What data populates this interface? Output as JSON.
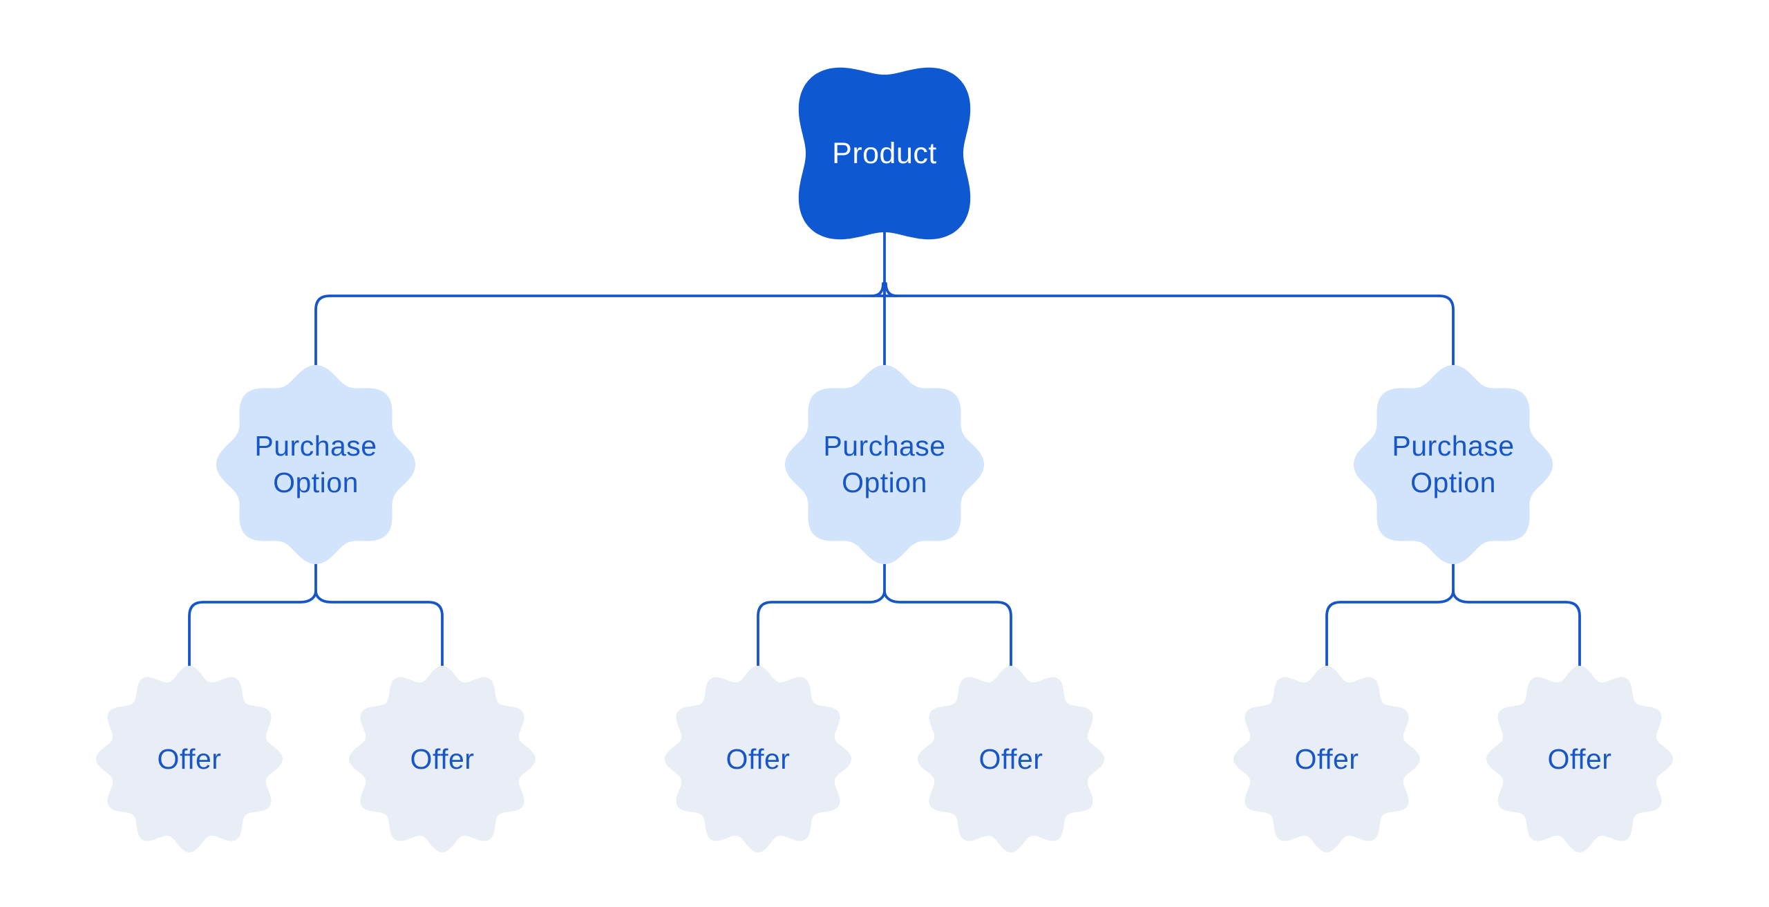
{
  "diagram": {
    "type": "tree",
    "colors": {
      "background": "#FFFFFF",
      "connector": "#1656C8",
      "product_fill": "#0E58D2",
      "product_text": "#FFFFFF",
      "purchase_fill": "#D2E3FC",
      "purchase_text": "#1656C8",
      "offer_fill": "#E9EDF5",
      "offer_text": "#1656C8"
    },
    "nodes": {
      "root": {
        "label": "Product"
      },
      "purchase_options": [
        {
          "label": "Purchase Option",
          "offers": [
            {
              "label": "Offer"
            },
            {
              "label": "Offer"
            }
          ]
        },
        {
          "label": "Purchase Option",
          "offers": [
            {
              "label": "Offer"
            },
            {
              "label": "Offer"
            }
          ]
        },
        {
          "label": "Purchase Option",
          "offers": [
            {
              "label": "Offer"
            },
            {
              "label": "Offer"
            }
          ]
        }
      ]
    }
  }
}
